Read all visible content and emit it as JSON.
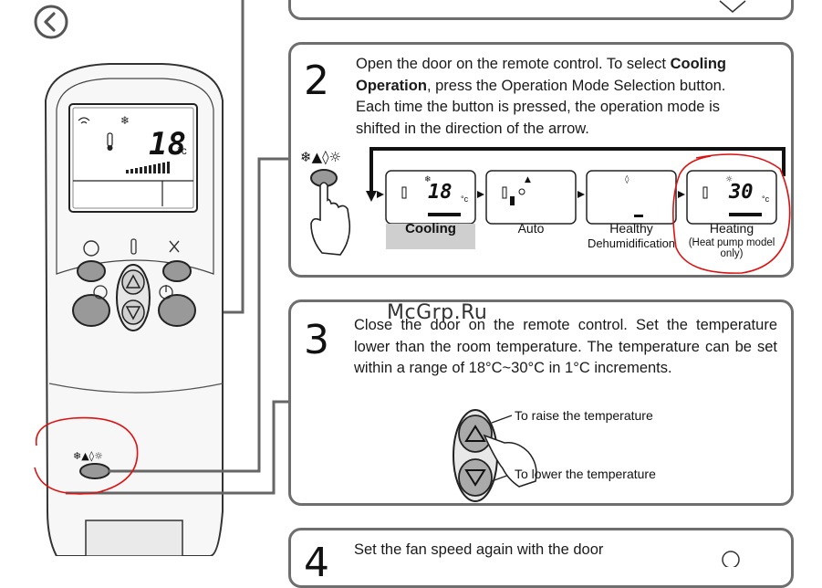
{
  "nav": {
    "back_icon": "chevron-left-circle-icon"
  },
  "step2": {
    "number": "2",
    "line1a": "Open the door on the remote control. To select ",
    "line1b": "Cooling",
    "line2a": "Operation",
    "line2b": ", press the Operation Mode Selection button.",
    "line3": "Each time the button is pressed, the operation mode is",
    "line4": "shifted in the direction of the arrow.",
    "mode_symbols": "❄▲◊☼",
    "modes": [
      {
        "label": "Cooling",
        "sub": "",
        "display": "18",
        "unit": "°c"
      },
      {
        "label": "Auto",
        "sub": "",
        "display": "",
        "unit": ""
      },
      {
        "label": "Healthy",
        "sub": "Dehumidification",
        "display": "",
        "unit": ""
      },
      {
        "label": "Heating",
        "sub": "(Heat pump model only)",
        "display": "30",
        "unit": "°c"
      }
    ]
  },
  "step3": {
    "number": "3",
    "text": "Close the door on the remote control. Set the temperature lower than the room temperature. The temperature can be set within a range of 18°C~30°C in 1°C increments.",
    "raise_label": "To raise the temperature",
    "lower_label": "To lower the temperature"
  },
  "step4": {
    "number": "4",
    "text": "Set the fan speed again with the door"
  },
  "remote": {
    "display_temp": "18",
    "display_unit": "°c",
    "mode_symbols": "❄▲◊☼"
  },
  "watermark": "McGrp.Ru"
}
